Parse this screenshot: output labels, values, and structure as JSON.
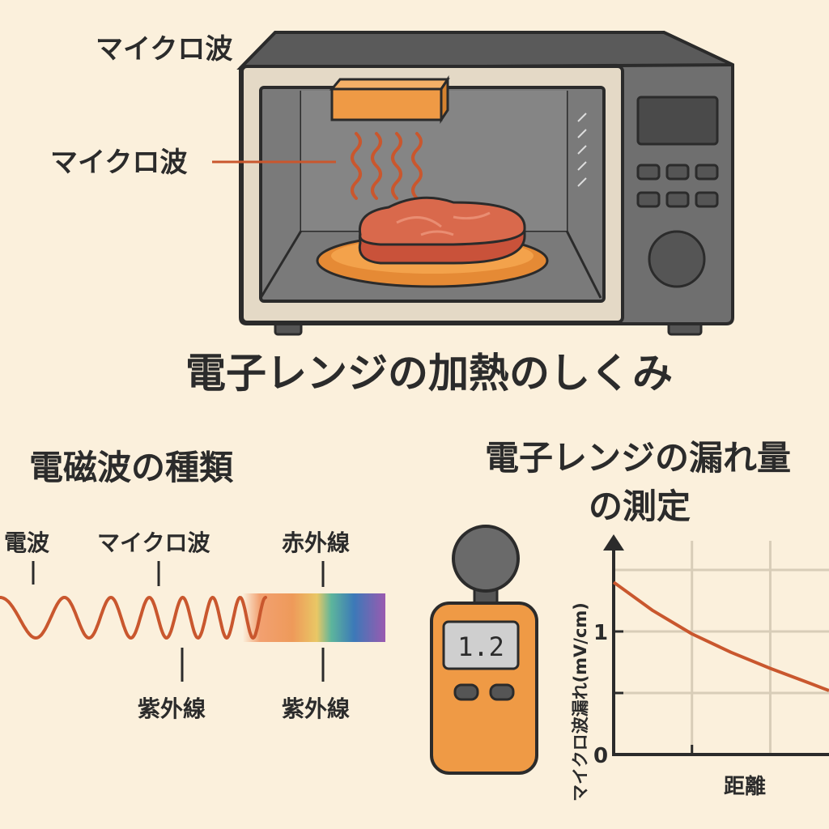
{
  "microwave": {
    "label_top": "マイクロ波",
    "label_inside": "マイクロ波",
    "title": "電子レンジの加熱のしくみ"
  },
  "spectrum": {
    "title": "電磁波の種類",
    "labels_top": [
      "電波",
      "マイクロ波",
      "赤外線"
    ],
    "labels_bottom": [
      "紫外線",
      "紫外線"
    ]
  },
  "meter": {
    "title_line1": "電子レンジの漏れ量",
    "title_line2": "の測定",
    "reading": "1.2"
  },
  "colors": {
    "background": "#fbf0dc",
    "accent": "#c9572e",
    "meter": "#ef9a45",
    "body": "#6d6d6d"
  },
  "chart_data": {
    "type": "line",
    "title": "電子レンジの漏れ量の測定",
    "xlabel": "距離",
    "ylabel": "マイクロ波漏れ(mV/cm)",
    "y_tick_labels": [
      "0",
      "1"
    ],
    "yticks": [
      0,
      0.5,
      1
    ],
    "ylim": [
      0,
      1.7
    ],
    "xlim": [
      0,
      2.75
    ],
    "grid": true,
    "series": [
      {
        "name": "漏れ量",
        "x": [
          0,
          0.5,
          1,
          1.5,
          2,
          2.5,
          2.75
        ],
        "y": [
          1.4,
          1.17,
          0.98,
          0.83,
          0.7,
          0.58,
          0.52
        ]
      }
    ]
  }
}
